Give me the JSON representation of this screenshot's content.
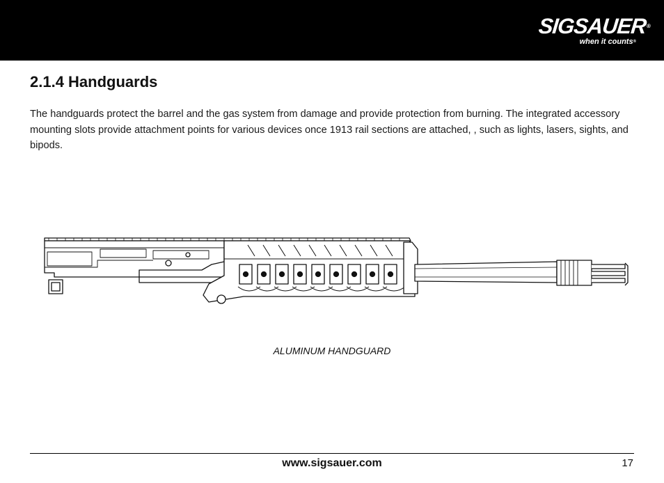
{
  "header": {
    "brand_logo_text": "SIG SAUER",
    "brand_mark": "SIGSAUER",
    "registered_mark": "®",
    "tagline": "when it counts",
    "tagline_mark": "®"
  },
  "section": {
    "title": "2.1.4 Handguards",
    "body": "The handguards protect the barrel and the gas system from damage and provide protection from burning. The integrated accessory mounting slots provide attachment points for various devices once 1913 rail sections are attached, , such as lights, lasers, sights, and bipods."
  },
  "figure": {
    "illustration": "rifle-upper-receiver-with-aluminum-handguard",
    "caption": "ALUMINUM HANDGUARD"
  },
  "footer": {
    "url": "www.sigsauer.com",
    "page_number": "17"
  },
  "colors": {
    "header_background": "#000000",
    "logo": "#ffffff",
    "text": "#111111"
  }
}
